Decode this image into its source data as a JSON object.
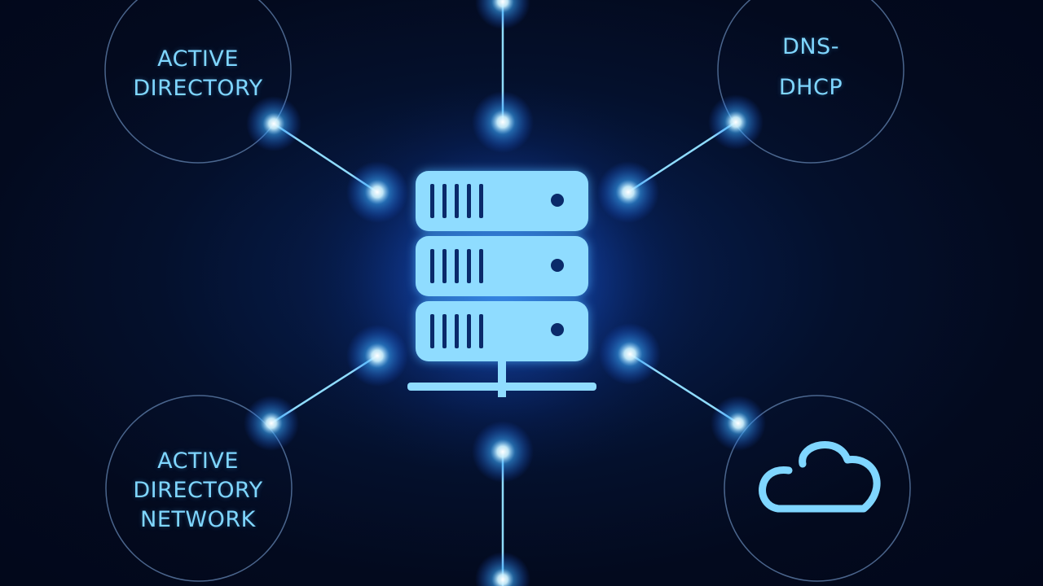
{
  "diagram": {
    "colors": {
      "background": "#030a1e",
      "glow": "#3aa8ff",
      "node_core": "#e8f7ff",
      "server": "#8fdcff",
      "circle_stroke": "#5d7ca8",
      "text": "#7fd6ff"
    },
    "nodes": [
      {
        "id": "active-directory",
        "lines": [
          "ACTIVE",
          "DIRECTORY"
        ]
      },
      {
        "id": "dns-dhcp",
        "lines": [
          "DNS-",
          "DHCP"
        ]
      },
      {
        "id": "active-directory-network",
        "lines": [
          "ACTIVE",
          "DIRECTORY",
          "NETWORK"
        ]
      },
      {
        "id": "cloud",
        "icon": "cloud-icon"
      }
    ],
    "center_icon": "server-rack-icon"
  }
}
